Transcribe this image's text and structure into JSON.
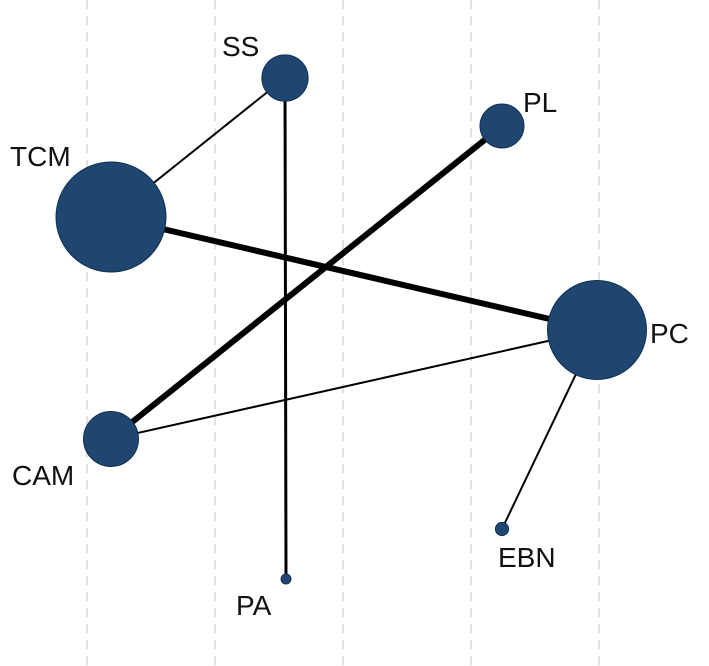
{
  "colors": {
    "node_fill": "#1f4670",
    "edge": "#000000",
    "grid": "#d9d9d9",
    "background": "#ffffff"
  },
  "nodes": [
    {
      "id": "TCM",
      "label": "TCM",
      "relative_size": 1.0
    },
    {
      "id": "SS",
      "label": "SS",
      "relative_size": 0.42
    },
    {
      "id": "PL",
      "label": "PL",
      "relative_size": 0.4
    },
    {
      "id": "PC",
      "label": "PC",
      "relative_size": 0.9
    },
    {
      "id": "CAM",
      "label": "CAM",
      "relative_size": 0.5
    },
    {
      "id": "PA",
      "label": "PA",
      "relative_size": 0.09
    },
    {
      "id": "EBN",
      "label": "EBN",
      "relative_size": 0.12
    }
  ],
  "edges": [
    {
      "from": "TCM",
      "to": "SS",
      "relative_weight": 1
    },
    {
      "from": "TCM",
      "to": "PC",
      "relative_weight": 3
    },
    {
      "from": "SS",
      "to": "PA",
      "relative_weight": 1.5
    },
    {
      "from": "PL",
      "to": "CAM",
      "relative_weight": 3
    },
    {
      "from": "CAM",
      "to": "PC",
      "relative_weight": 1
    },
    {
      "from": "PC",
      "to": "EBN",
      "relative_weight": 1
    }
  ]
}
